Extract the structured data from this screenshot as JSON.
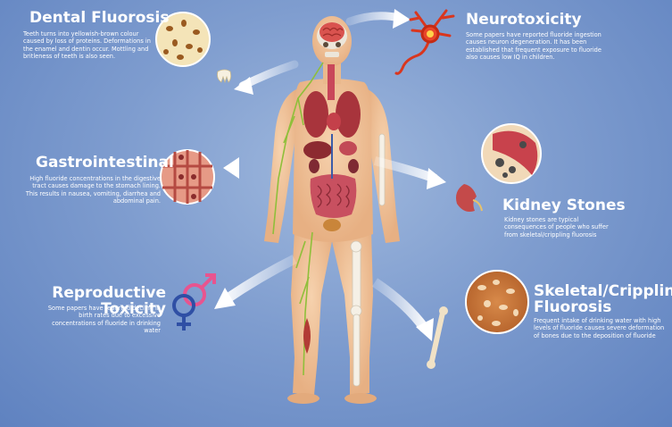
{
  "sections": {
    "dental": {
      "title": "Dental Fluorosis",
      "text": "Teeth turns into yellowish-brown colour caused by loss of proteins. Deformations in the enamel and dentin occur. Mottling and britleness of teeth is also seen."
    },
    "neuro": {
      "title": "Neurotoxicity",
      "text": "Some papers have reported fluoride ingestion causes neuron degeneration. It has been established that frequent exposure to fluoride also causes low IQ in children."
    },
    "gastro": {
      "title": "Gastrointestinal",
      "text": "High fluoride concentrations in the digestive tract causes damage to the stomach lining. This results in nausea, vomiting, diarrhea and abdominal pain."
    },
    "kidney": {
      "title": "Kidney Stones",
      "text": "Kidney stones are typical consequences of people who suffer from skeletal/crippling fluorosis"
    },
    "repro": {
      "title": "Reproductive Toxicity",
      "text": "Some papers have reported decline in birth rates due to excessive concentrations of fluoride in drinking water"
    },
    "skeletal": {
      "title_line1": "Skeletal/Crippling",
      "title_line2": "Fluorosis",
      "text": "Frequent intake of drinking water with high levels of fluoride causes severe deformation of bones due to the deposition of fluoride"
    }
  },
  "colors": {
    "background": "#7f9dcf",
    "skin": "#f2c49b",
    "organ": "#b8323a",
    "nerve": "#8fbf3a",
    "bone": "#f5f0e6",
    "female_symbol": "#e8548f",
    "male_symbol": "#2f4fa5"
  },
  "icons": [
    "human-body-figure",
    "brain-icon",
    "neuron-icon",
    "tooth-icon",
    "intestine-cells-icon",
    "kidney-icon",
    "kidney-stone-icon",
    "female-male-symbol-icon",
    "bone-icon",
    "bone-tissue-icon"
  ]
}
